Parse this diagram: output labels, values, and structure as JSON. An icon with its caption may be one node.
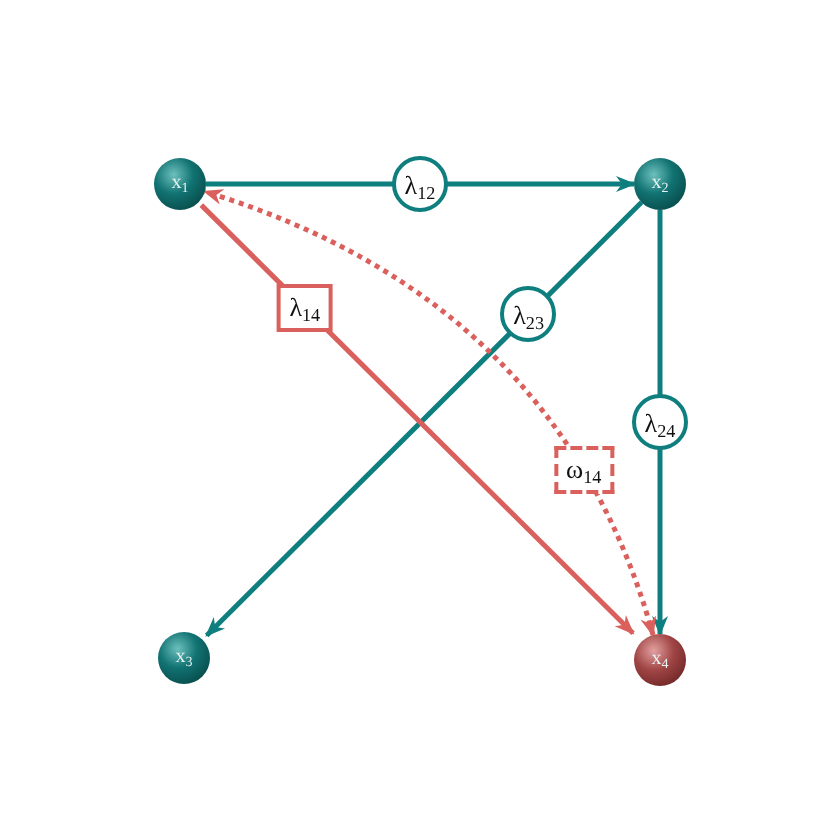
{
  "diagram": {
    "nodes": [
      {
        "text": [
          "x$_{1}$"
        ]
      },
      {
        "text": [
          "x$_{2}$"
        ]
      },
      {
        "text": [
          "x$_{3}$"
        ]
      },
      {
        "text": [
          "x$_{4}$"
        ]
      }
    ],
    "edges": [
      {
        "from": 0,
        "to": 1,
        "arrow": "to",
        "label": "λ$_{12}$"
      },
      {
        "from": 1,
        "to": 2,
        "arrow": "to",
        "label": "λ$_{23}$"
      },
      {
        "from": 1,
        "to": 3,
        "arrow": "to",
        "label": "λ$_{24}$"
      },
      {
        "from": 0,
        "to": 3,
        "arrow": "to",
        "label": "λ$_{14}$",
        "color": "#d9605c"
      },
      {
        "from": 3,
        "to": 0,
        "arrow": "both",
        "label": "ω$_{14}$",
        "style": "dashed",
        "color": "#d9605c"
      }
    ]
  }
}
